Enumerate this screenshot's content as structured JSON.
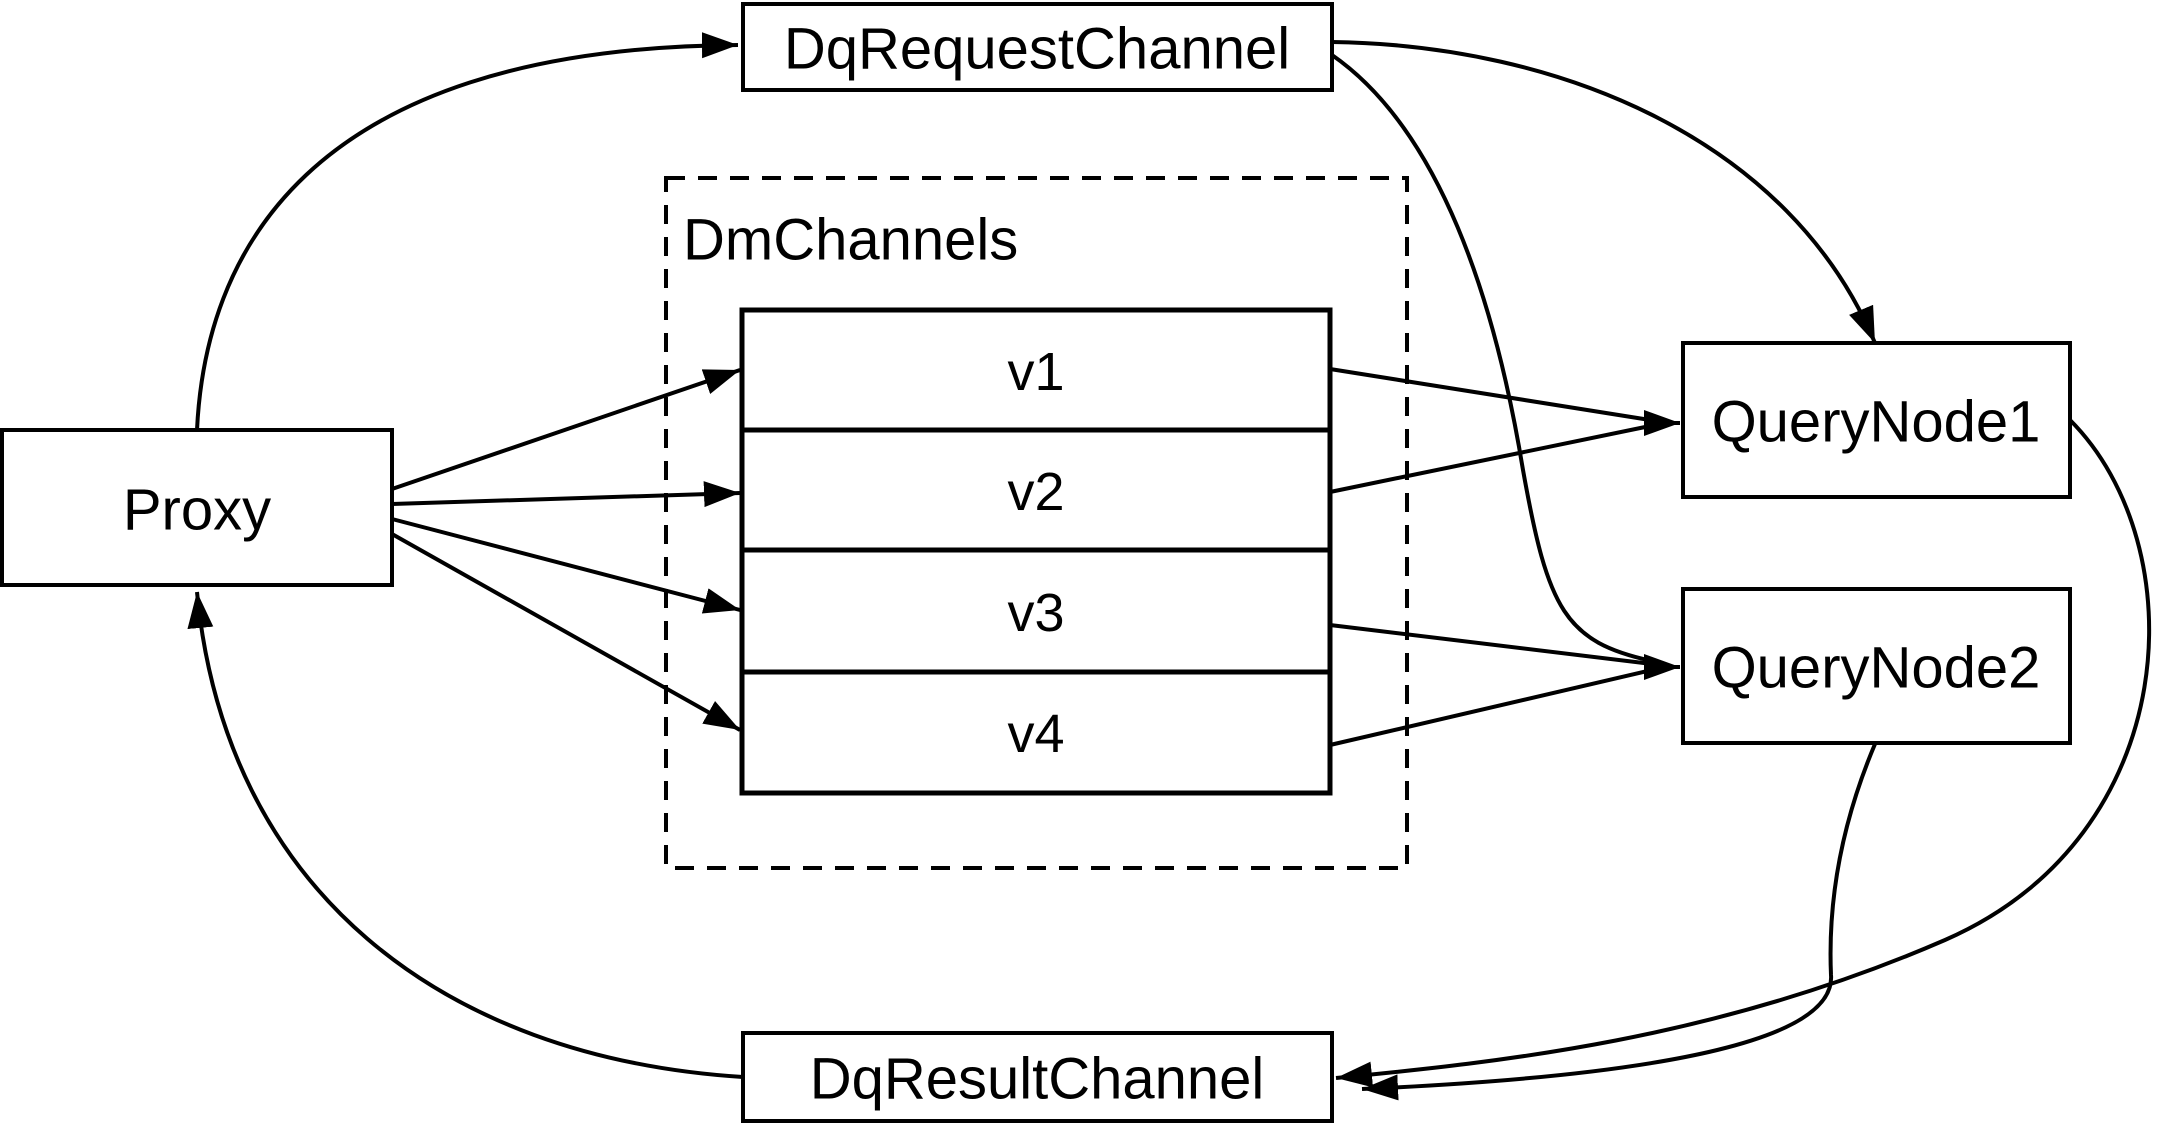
{
  "colors": {
    "stroke": "#000000",
    "background": "#ffffff"
  },
  "nodes": {
    "proxy": {
      "label": "Proxy"
    },
    "dq_request_channel": {
      "label": "DqRequestChannel"
    },
    "dm_channels_group": {
      "label": "DmChannels"
    },
    "channels": [
      {
        "label": "v1"
      },
      {
        "label": "v2"
      },
      {
        "label": "v3"
      },
      {
        "label": "v4"
      }
    ],
    "query_node_1": {
      "label": "QueryNode1"
    },
    "query_node_2": {
      "label": "QueryNode2"
    },
    "dq_result_channel": {
      "label": "DqResultChannel"
    }
  },
  "edges": [
    {
      "from": "Proxy",
      "to": "DqRequestChannel"
    },
    {
      "from": "Proxy",
      "to": "v1"
    },
    {
      "from": "Proxy",
      "to": "v2"
    },
    {
      "from": "Proxy",
      "to": "v3"
    },
    {
      "from": "Proxy",
      "to": "v4"
    },
    {
      "from": "v1",
      "to": "QueryNode1"
    },
    {
      "from": "v2",
      "to": "QueryNode1"
    },
    {
      "from": "v3",
      "to": "QueryNode2"
    },
    {
      "from": "v4",
      "to": "QueryNode2"
    },
    {
      "from": "DqRequestChannel",
      "to": "QueryNode1"
    },
    {
      "from": "DqRequestChannel",
      "to": "QueryNode2"
    },
    {
      "from": "QueryNode1",
      "to": "DqResultChannel"
    },
    {
      "from": "QueryNode2",
      "to": "DqResultChannel"
    },
    {
      "from": "DqResultChannel",
      "to": "Proxy"
    }
  ]
}
